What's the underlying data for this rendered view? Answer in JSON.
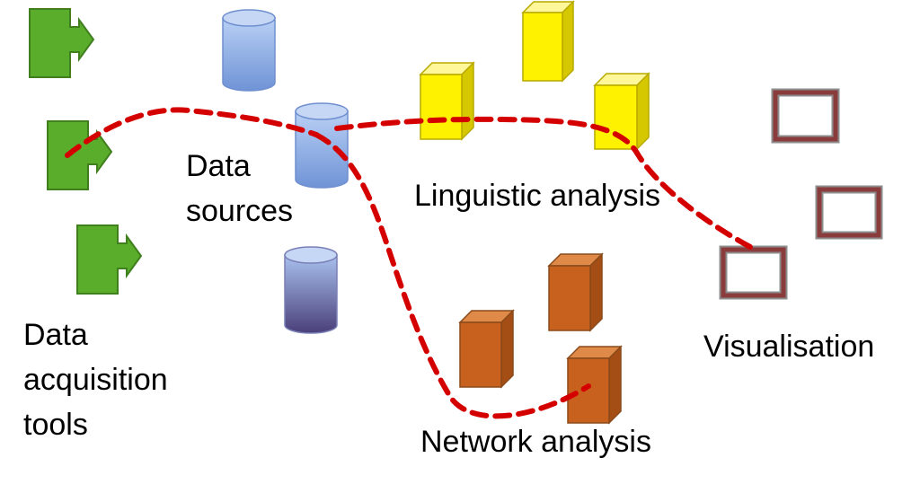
{
  "labels": {
    "acquisition": [
      "Data",
      "acquisition",
      "tools"
    ],
    "sources": [
      "Data",
      "sources"
    ],
    "linguistic": "Linguistic analysis",
    "network": "Network analysis",
    "visualisation": "Visualisation"
  },
  "colors": {
    "tool_green": "#5aac2b",
    "tool_border": "#3f7f1d",
    "cylinder_top": "#a8c3ef",
    "cylinder_side": "#7fa3e0",
    "cylinder_dark": "#4a3f7a",
    "cube_yellow": "#fff200",
    "cube_yellow_dark": "#d6c800",
    "cube_orange": "#c8611e",
    "cube_orange_dark": "#a44d15",
    "frame_red": "#8a3b3b",
    "frame_grey": "#8d8d8d",
    "path_red": "#d40000"
  },
  "icons": {
    "tools": [
      "puzzle-tool-icon",
      "puzzle-tool-icon",
      "puzzle-tool-icon",
      "puzzle-tool-icon"
    ],
    "sources": [
      "database-icon",
      "database-icon",
      "database-icon"
    ],
    "linguistic": [
      "yellow-cube-icon",
      "yellow-cube-icon",
      "yellow-cube-icon"
    ],
    "network": [
      "orange-cube-icon",
      "orange-cube-icon",
      "orange-cube-icon"
    ],
    "visualisation": [
      "screen-frame-icon",
      "screen-frame-icon",
      "screen-frame-icon"
    ]
  }
}
